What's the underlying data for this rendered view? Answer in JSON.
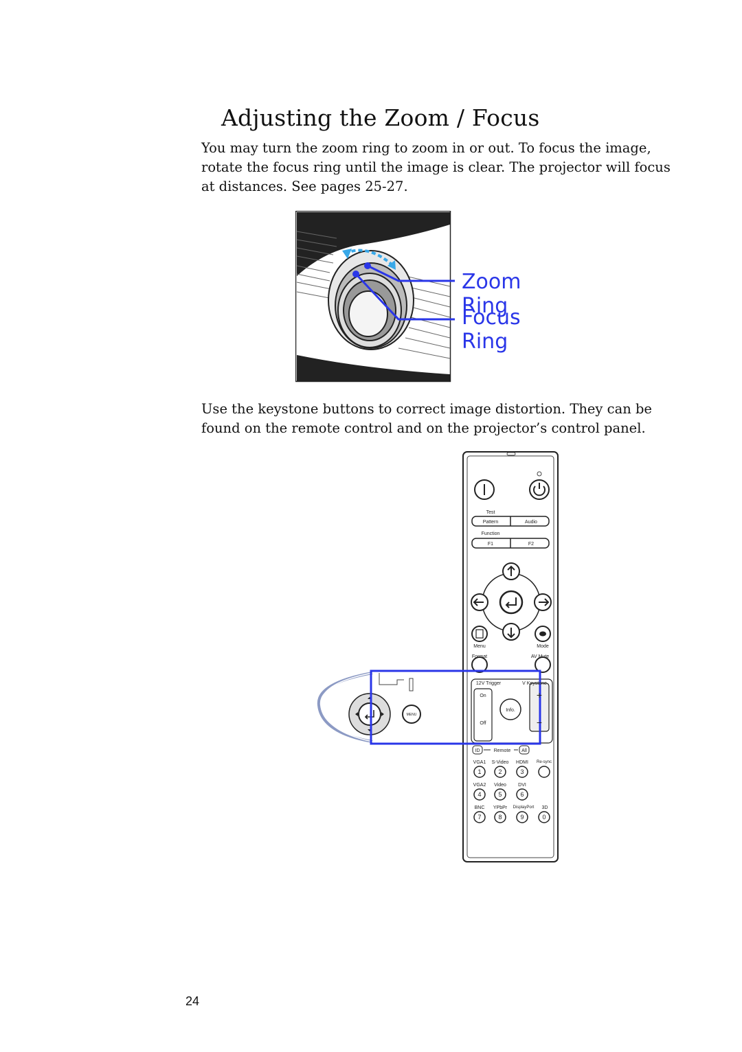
{
  "heading": "Adjusting the Zoom / Focus",
  "paragraphs": {
    "zoom_focus": "You may turn the zoom ring to zoom in or out. To focus the image, rotate the focus ring until the image is clear. The projector will focus at distances. See pages 25-27.",
    "keystone": "Use the keystone buttons to correct image distortion. They can be found on the remote control and on the projector’s control panel."
  },
  "lens_figure": {
    "zoom_label": "Zoom Ring",
    "focus_label": "Focus Ring",
    "callout_color": "#2a36e8"
  },
  "remote": {
    "test_label": "Test",
    "pattern_label": "Pattern",
    "audio_label": "Audio",
    "function_label": "Function",
    "f1_label": "F1",
    "f2_label": "F2",
    "menu_label": "Menu",
    "mode_label": "Mode",
    "format_label": "Format",
    "av_mute_label": "AV Mute",
    "trigger_label": "12V Trigger",
    "v_keystone_label": "V Keystone",
    "on_label": "On",
    "off_label": "Off",
    "info_label": "Info.",
    "plus_label": "+",
    "minus_label": "−",
    "id_label": "ID",
    "remote_label": "Remote",
    "all_label": "All",
    "vga1_label": "VGA1",
    "svideo_label": "S-Video",
    "hdmi_label": "HDMI",
    "resync_label": "Re-sync",
    "vga2_label": "VGA2",
    "video_label": "Video",
    "dvi_label": "DVI",
    "bnc_label": "BNC",
    "ypbpr_label": "YPbPr",
    "displayport_label": "DisplayPort",
    "threed_label": "3D",
    "digits": [
      "1",
      "2",
      "3",
      "4",
      "5",
      "6",
      "7",
      "8",
      "9",
      "0"
    ],
    "panel_menu_label": "MENU"
  },
  "page_number": "24"
}
